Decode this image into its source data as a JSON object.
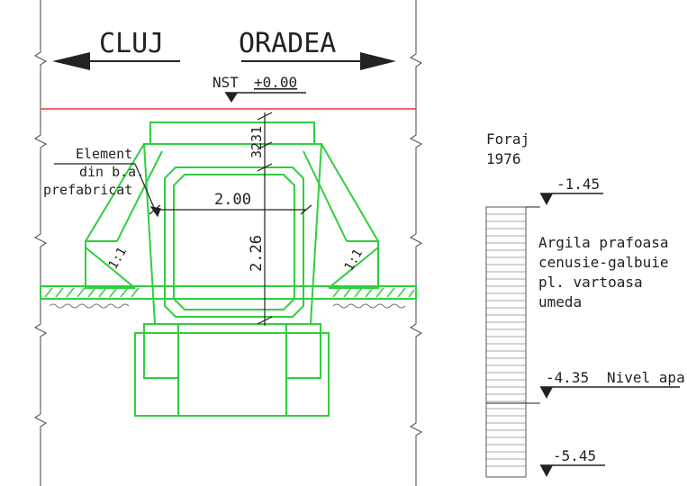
{
  "directions": {
    "left": "CLUJ",
    "right": "ORADEA"
  },
  "road_level": {
    "prefix": "NST",
    "value": "+0.00"
  },
  "callout": {
    "line1": "Element",
    "line2": "din b.a.",
    "line3": "prefabricat"
  },
  "dimensions": {
    "top_thickness": "32",
    "top_thickness_b": "31",
    "inner_width": "2.00",
    "inner_height": "2.26",
    "slope_left": "1:1",
    "slope_right": "1:1"
  },
  "borehole": {
    "title": "Foraj",
    "year": "1976",
    "top_level": "-1.45",
    "soil_lines": [
      "Argila prafoasa",
      "cenusie-galbuie",
      "pl. vartoasa",
      "umeda"
    ],
    "water_level": "-4.35",
    "water_label": "Nivel apa",
    "bottom_level": "-5.45"
  },
  "colors": {
    "structure": "#2fcf3f",
    "road_line": "#e53935",
    "ink": "#222222"
  }
}
